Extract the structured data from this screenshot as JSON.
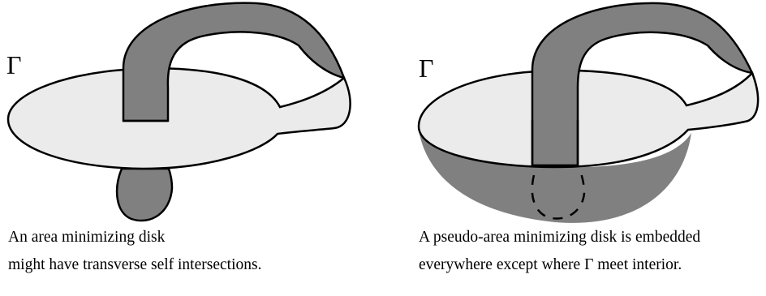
{
  "colors": {
    "disk_fill": "#ebebeb",
    "band_fill": "#808080",
    "outline": "#000000",
    "background": "#ffffff"
  },
  "figures": [
    {
      "curve_label": "Γ",
      "caption_lines": [
        "An area minimizing disk",
        "might have transverse self intersections."
      ]
    },
    {
      "curve_label": "Γ",
      "caption_lines": [
        "A pseudo-area minimizing disk is embedded",
        "everywhere except where Γ meet interior."
      ]
    }
  ]
}
